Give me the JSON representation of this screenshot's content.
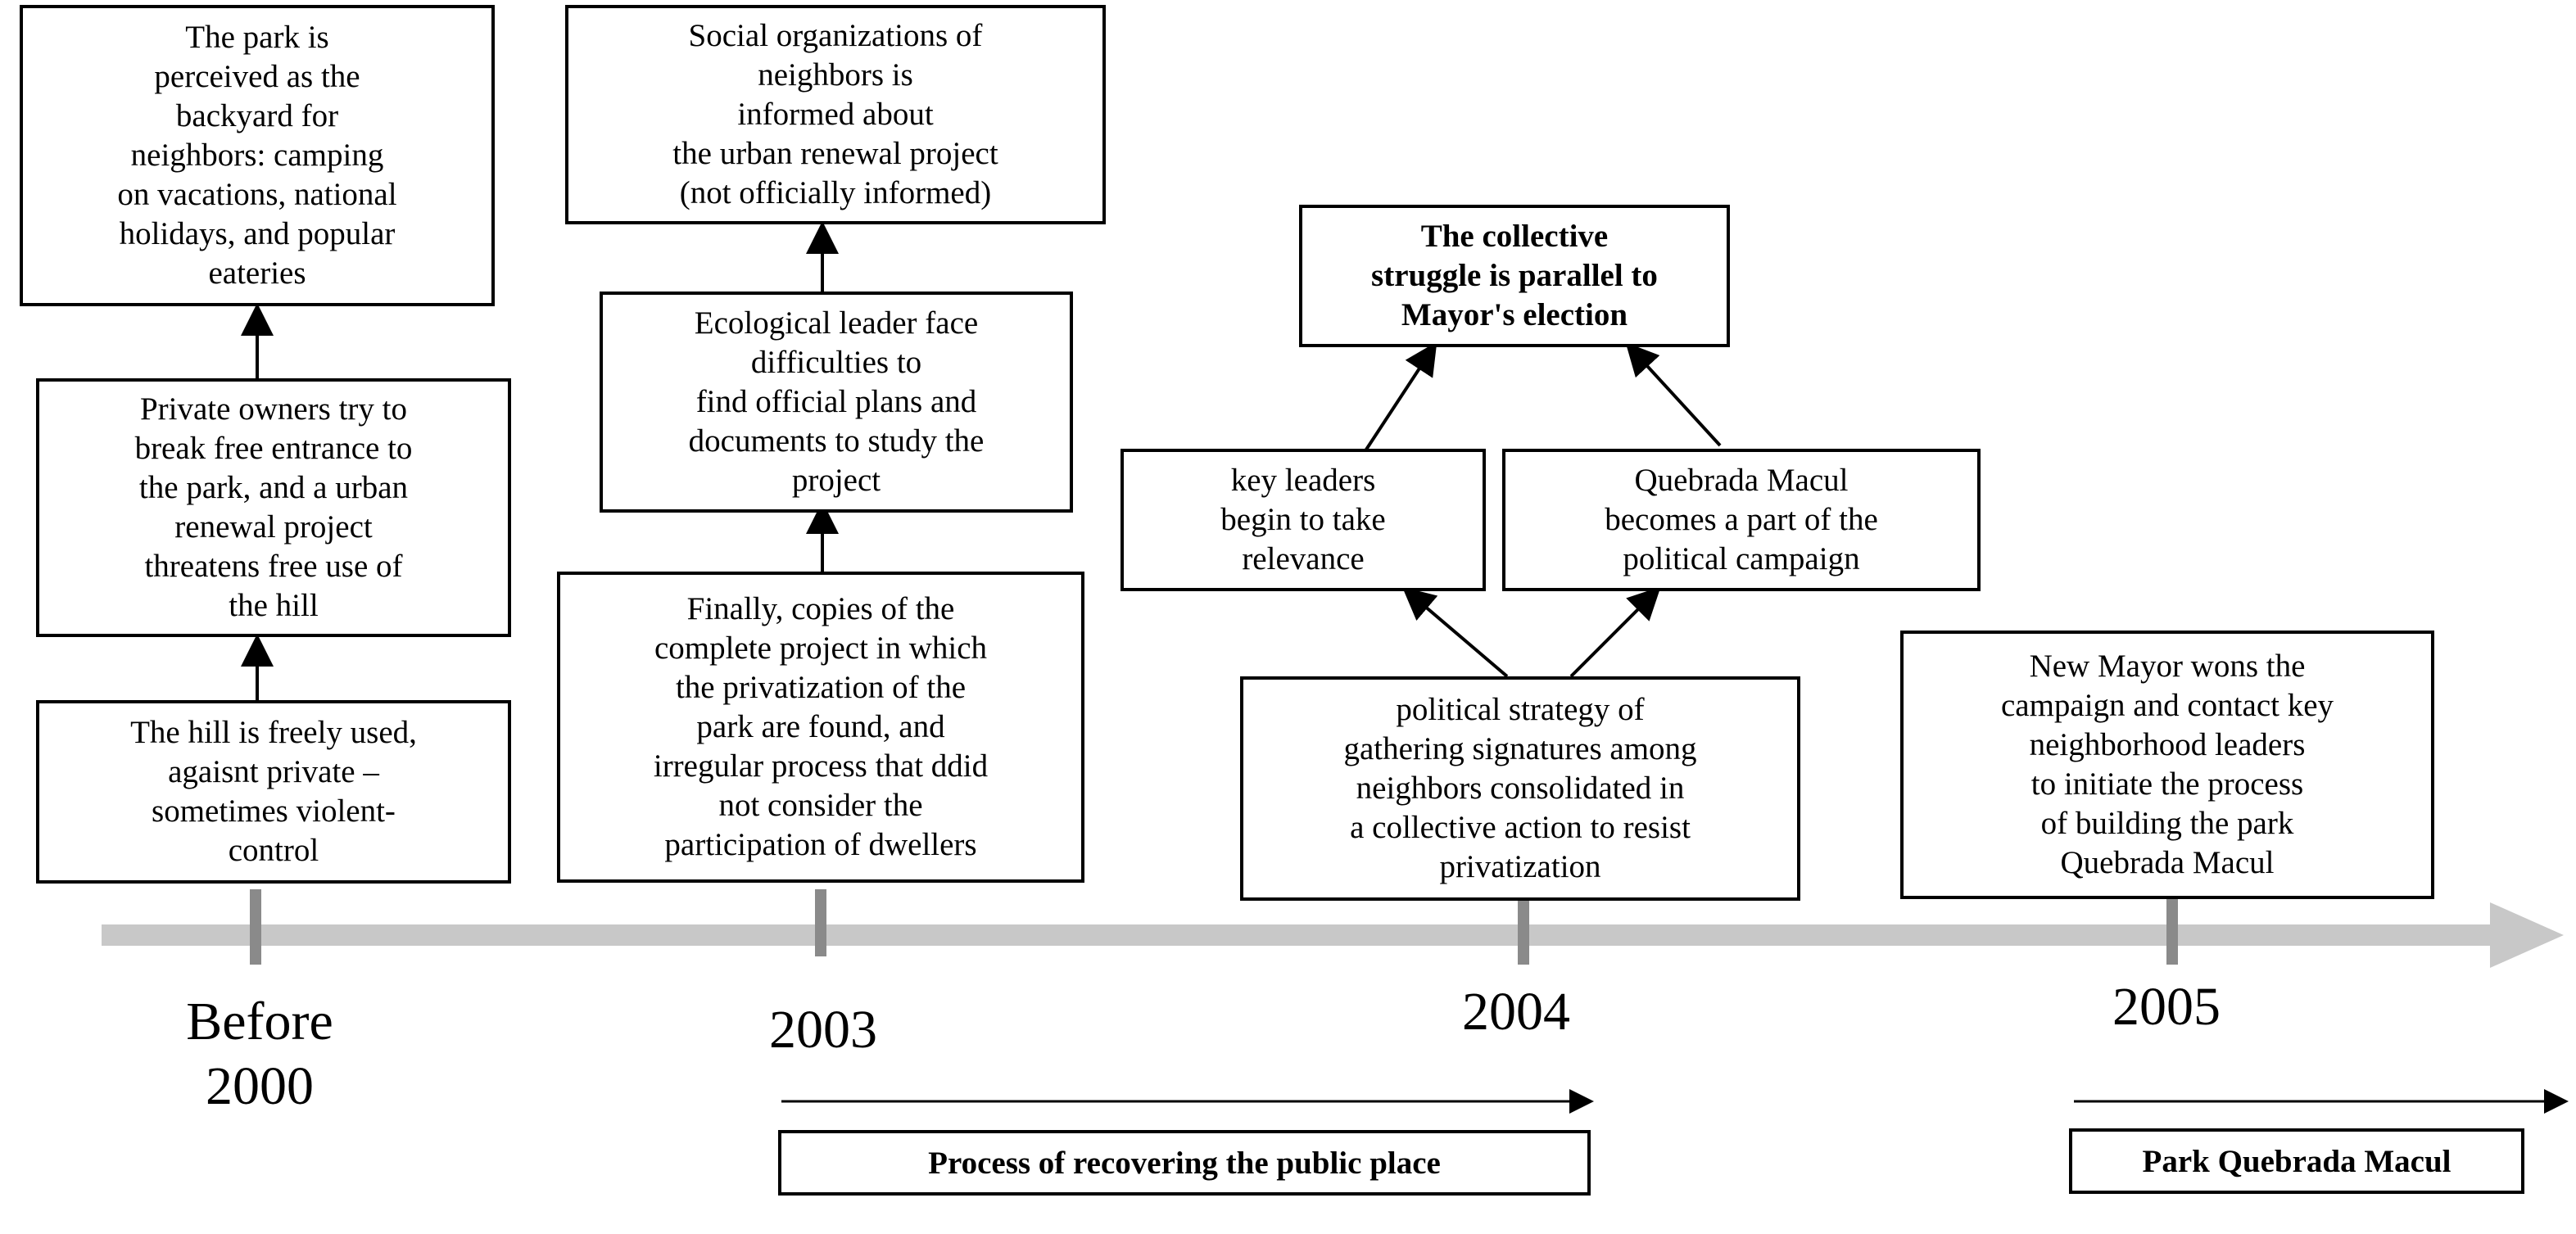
{
  "boxes": {
    "b1": "The park is\nperceived as the\nbackyard for\nneighbors: camping\non vacations, national\nholidays, and popular\neateries",
    "b2": "Private owners try to\nbreak free entrance to\nthe park, and a urban\nrenewal project\nthreatens free use of\nthe hill",
    "b3": "The hill is freely used,\nagaisnt private –\nsometimes violent-\ncontrol",
    "b4": "Social organizations of\nneighbors is\ninformed about\nthe urban renewal project\n(not officially informed)",
    "b5": "Ecological leader face\ndifficulties to\nfind official plans and\ndocuments to study the\nproject",
    "b6": "Finally, copies of the\ncomplete project in which\nthe privatization of the\npark are found, and\nirregular process that ddid\nnot consider the\nparticipation of dwellers",
    "b7": "The collective\nstruggle is parallel to\nMayor's election",
    "b8": "key leaders\nbegin to take\nrelevance",
    "b9": "Quebrada Macul\nbecomes a part of the\npolitical campaign",
    "b10": "political strategy of\ngathering signatures among\nneighbors consolidated in\na collective action to resist\nprivatization",
    "b11": "New Mayor wons the\ncampaign and contact key\nneighborhood leaders\nto initiate the process\nof building the park\nQuebrada Macul"
  },
  "timeline": {
    "years": [
      "Before\n2000",
      "2003",
      "2004",
      "2005"
    ]
  },
  "phases": {
    "p1": "Process of recovering the public place",
    "p2": "Park Quebrada Macul"
  },
  "colors": {
    "timeline_bar": "#c8c8c8",
    "tick": "#8a8a8a",
    "border": "#000000"
  }
}
